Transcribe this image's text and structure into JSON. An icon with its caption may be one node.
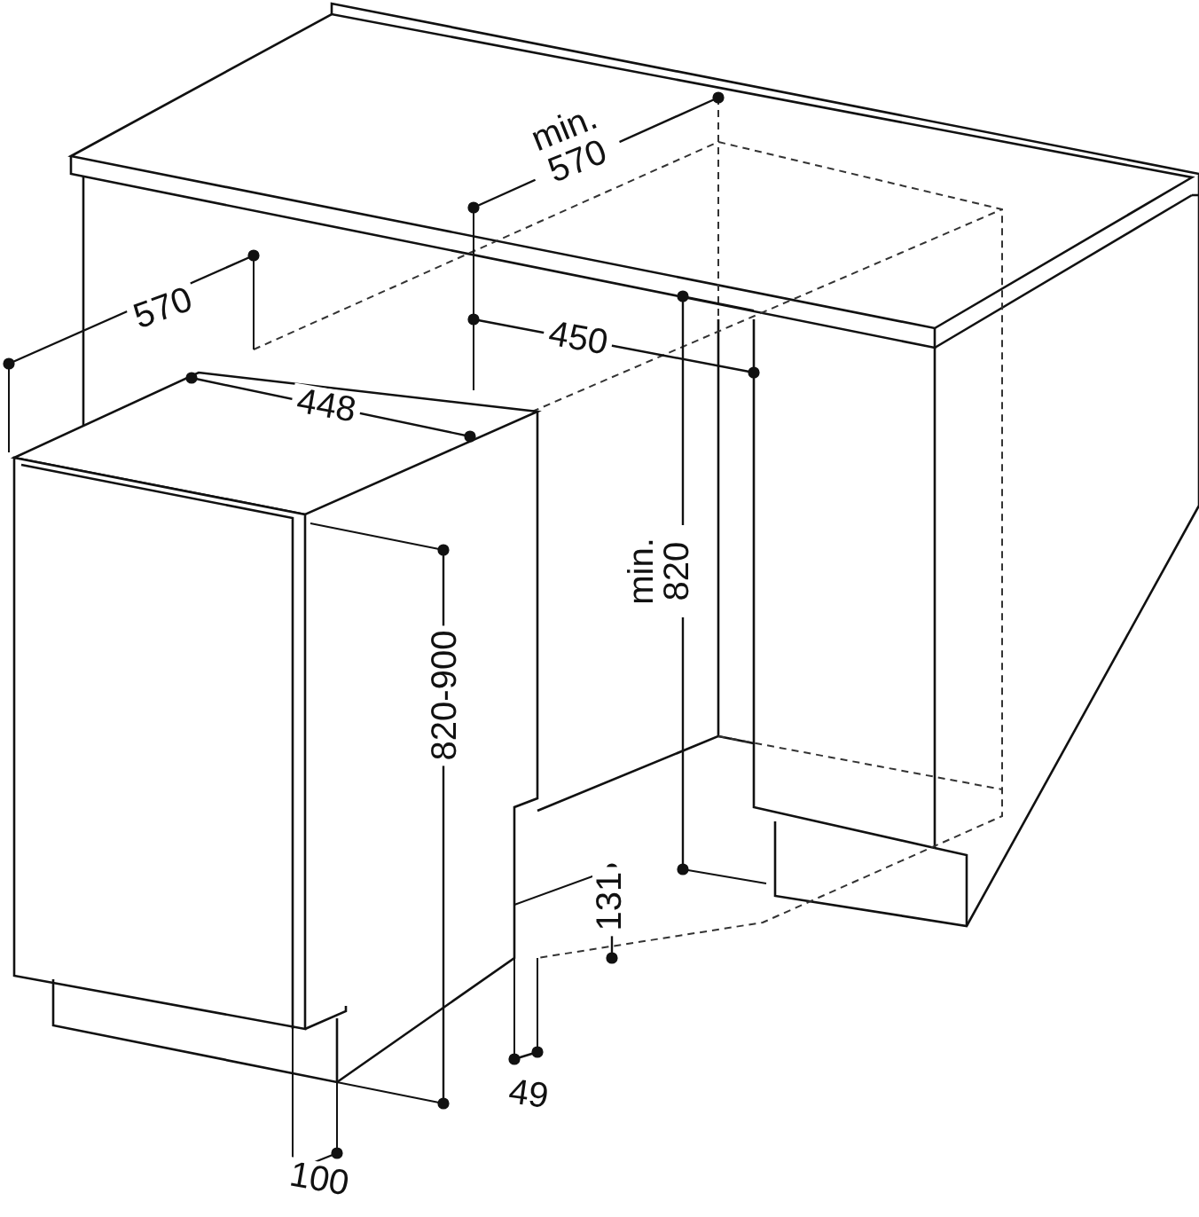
{
  "diagram": {
    "labels": [
      "min. 570",
      "570",
      "448",
      "450",
      "min. 820",
      "820-900",
      "131",
      "49",
      "100"
    ]
  }
}
